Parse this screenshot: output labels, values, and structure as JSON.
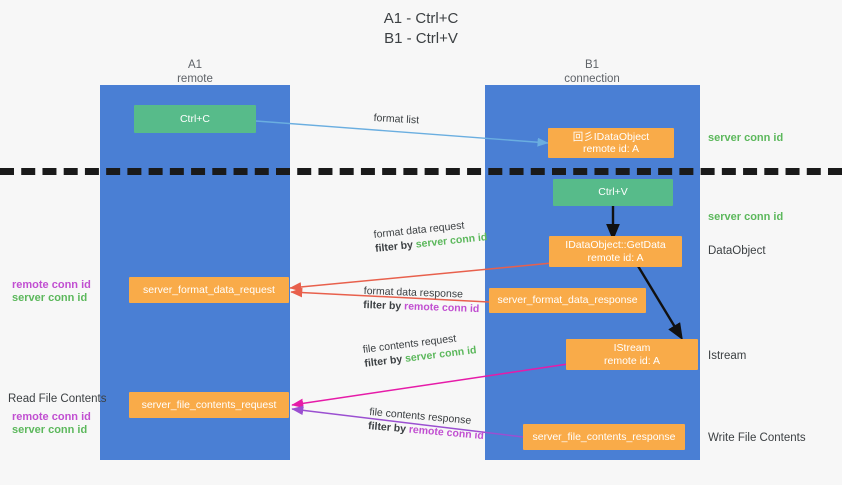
{
  "title": {
    "line1": "A1 - Ctrl+C",
    "line2": "B1 - Ctrl+V"
  },
  "lanes": [
    {
      "name": "A1",
      "role": "remote"
    },
    {
      "name": "B1",
      "role": "connection"
    }
  ],
  "nodes": {
    "ctrl_c": {
      "label": "Ctrl+C"
    },
    "ctrl_v": {
      "label": "Ctrl+V"
    },
    "idataobject": {
      "label": "回彡IDataObject",
      "sub": "remote id: A"
    },
    "getdata": {
      "label": "IDataObject::GetData",
      "sub": "remote id: A"
    },
    "istream": {
      "label": "IStream",
      "sub": "remote id: A"
    },
    "fmt_req": {
      "label": "server_format_data_request"
    },
    "fmt_res": {
      "label": "server_format_data_response"
    },
    "file_req": {
      "label": "server_file_contents_request"
    },
    "file_res": {
      "label": "server_file_contents_response"
    }
  },
  "edge_labels": {
    "format_list": "format list",
    "fmt_req_l1": "format data request",
    "fmt_req_l2_pre": "filter by ",
    "fmt_req_l2_key": "server conn id",
    "fmt_res_l1": "format data response",
    "fmt_res_l2_pre": "filter by ",
    "fmt_res_l2_key": "remote conn id",
    "file_req_l1": "file contents request",
    "file_req_l2_pre": "filter by ",
    "file_req_l2_key": "server conn id",
    "file_res_l1": "file contents response",
    "file_res_l2_pre": "filter by ",
    "file_res_l2_key": "remote conn id"
  },
  "annotations": {
    "right_server_conn_1": "server conn id",
    "right_server_conn_2": "server conn id",
    "right_dataobject": "DataObject",
    "right_istream": "Istream",
    "right_write_file": "Write File Contents",
    "left_remote_conn_1": "remote conn id",
    "left_server_conn_1": "server conn id",
    "left_read_file": "Read File Contents",
    "left_remote_conn_2": "remote conn id",
    "left_server_conn_2": "server conn id"
  },
  "colors": {
    "lane": "#4a7fd4",
    "node_orange": "#f9ab49",
    "node_green": "#57bb8a",
    "server_conn": "#5cb85c",
    "remote_conn": "#c14fd1",
    "background": "#f7f7f7",
    "dash": "#1a1a1a",
    "arrow_blue": "#6aaee0",
    "arrow_red": "#e8604c",
    "arrow_black": "#111111",
    "arrow_magenta": "#e61ba8",
    "arrow_purple": "#9b4fd1"
  }
}
